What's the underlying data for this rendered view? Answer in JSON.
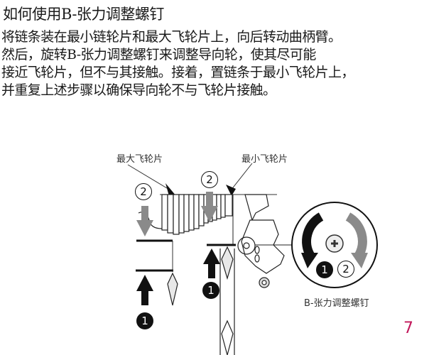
{
  "title": "如何使用B-张力调整螺钉",
  "paragraph": {
    "lines": [
      "将链条装在最小链轮片和最大飞轮片上，向后转动曲柄臂。",
      "然后，旋转B-张力调整螺钉来调整导向轮，使其尽可能",
      "接近飞轮片，但不与其接触。接着，置链条于最小飞轮片上，",
      "并重复上述步骤以确保导向轮不与飞轮片接触。"
    ]
  },
  "diagram": {
    "label_largest_sprocket": "最大飞轮片",
    "label_smallest_sprocket": "最小飞轮片",
    "label_b_tension_screw": "B-张力调整螺钉",
    "step_1": "1",
    "step_2": "2",
    "colors": {
      "arrow_dark": "#111111",
      "arrow_gray": "#8a8a8a"
    }
  },
  "page_number": "7"
}
